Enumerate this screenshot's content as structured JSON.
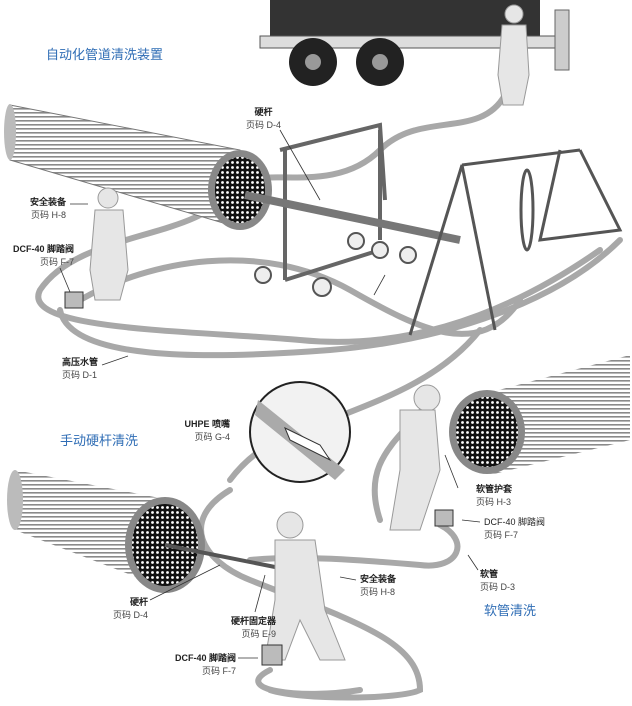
{
  "sections": {
    "automated": "自动化管道清洗装置",
    "manual_rigid": "手动硬杆清洗",
    "flex_hose": "软管清洗"
  },
  "callouts": [
    {
      "name": "硬杆",
      "page": "页码 D-4"
    },
    {
      "name": "安全装备",
      "page": "页码 H-8"
    },
    {
      "name": "DCF-40 脚踏阀",
      "page": "页码 F-7"
    },
    {
      "name": "高压水管",
      "page": "页码 D-1"
    },
    {
      "name": "UHPE 喷嘴",
      "page": "页码  G-4"
    },
    {
      "name": "软管护套",
      "page": "页码 H-3"
    },
    {
      "name": "DCF-40 脚踏阀",
      "page": "页码 F-7"
    },
    {
      "name": "软管",
      "page": "页码 D-3"
    },
    {
      "name": "安全装备",
      "page": "页码  H-8"
    },
    {
      "name": "硬杆",
      "page": "页码  D-4"
    },
    {
      "name": "硬杆固定器",
      "page": "页码 E-9"
    },
    {
      "name": "DCF-40 脚踏阀",
      "page": "页码  F-7"
    }
  ],
  "colors": {
    "accent": "#2f6db5",
    "hose": "#a8a8a8",
    "figure": "#e6e6e6"
  }
}
